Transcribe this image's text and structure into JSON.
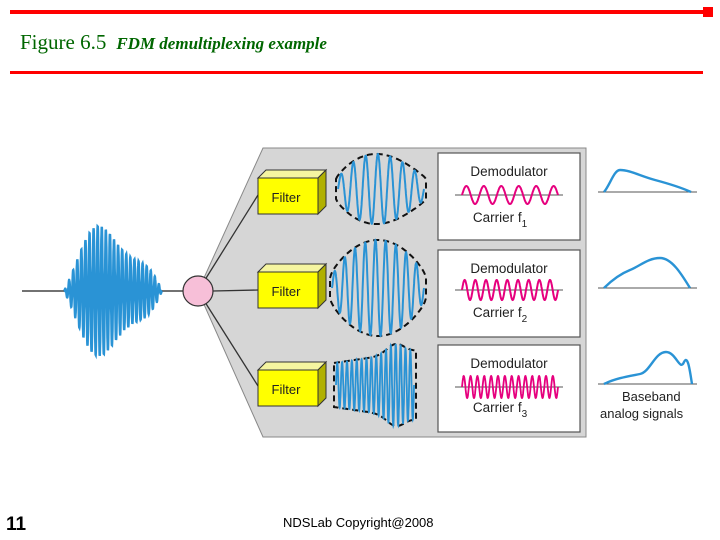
{
  "colors": {
    "accent_red": "#ff0000",
    "title_green": "#006600",
    "signal_blue": "#2a93d5",
    "carrier_magenta": "#e6007e",
    "filter_yellow": "#ffff00",
    "panel_gray": "#d6d6d6",
    "merge_pink": "#f7bfd8"
  },
  "header": {
    "figure_number": "Figure 6.5",
    "caption": "FDM demultiplexing example"
  },
  "diagram": {
    "filters": [
      {
        "label": "Filter"
      },
      {
        "label": "Filter"
      },
      {
        "label": "Filter"
      }
    ],
    "demodulators": [
      {
        "title": "Demodulator",
        "carrier": "Carrier f",
        "carrier_sub": "1"
      },
      {
        "title": "Demodulator",
        "carrier": "Carrier f",
        "carrier_sub": "2"
      },
      {
        "title": "Demodulator",
        "carrier": "Carrier f",
        "carrier_sub": "3"
      }
    ],
    "output_label_line1": "Baseband",
    "output_label_line2": "analog signals"
  },
  "footer": {
    "page_number": "11",
    "copyright": "NDSLab Copyright@2008"
  }
}
